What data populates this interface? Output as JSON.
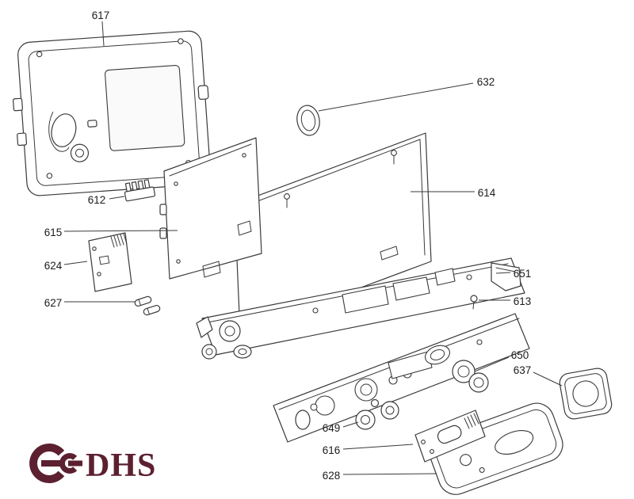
{
  "figure": {
    "type": "exploded-parts-diagram",
    "background": "#ffffff",
    "line_color": "#3a3a3a",
    "label_color": "#1c1c1c"
  },
  "logo": {
    "text": "DHS",
    "color": "#5c2030"
  },
  "callouts": [
    {
      "label": "617"
    },
    {
      "label": "632"
    },
    {
      "label": "612"
    },
    {
      "label": "615"
    },
    {
      "label": "624"
    },
    {
      "label": "627"
    },
    {
      "label": "614"
    },
    {
      "label": "651"
    },
    {
      "label": "613"
    },
    {
      "label": "650"
    },
    {
      "label": "637"
    },
    {
      "label": "649"
    },
    {
      "label": "616"
    },
    {
      "label": "628"
    }
  ]
}
